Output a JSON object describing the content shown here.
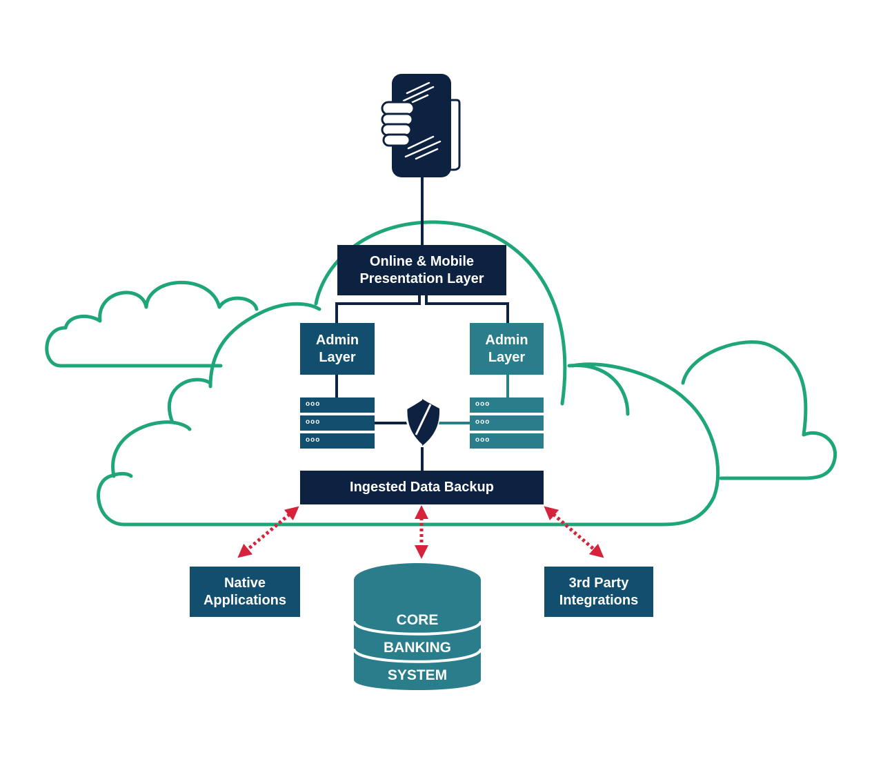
{
  "colors": {
    "navy": "#0d2140",
    "dark_teal": "#124e6e",
    "teal": "#2a7d8a",
    "cloud_green": "#1ea57a",
    "arrow_red": "#d6223b",
    "background": "#ffffff"
  },
  "icons": {
    "phone": "phone-in-hand-icon",
    "shield": "shield-icon",
    "database": "database-icon",
    "servers": "server-rack-icon",
    "cloud": "cloud-outline"
  },
  "diagram": {
    "presentation_layer": "Online & Mobile\nPresentation Layer",
    "admin_left": "Admin\nLayer",
    "admin_right": "Admin\nLayer",
    "server_indicator": "ooo",
    "backup": "Ingested Data Backup",
    "native_apps": "Native\nApplications",
    "third_party": "3rd Party\nIntegrations",
    "core_banking": {
      "line1": "CORE",
      "line2": "BANKING",
      "line3": "SYSTEM"
    }
  }
}
